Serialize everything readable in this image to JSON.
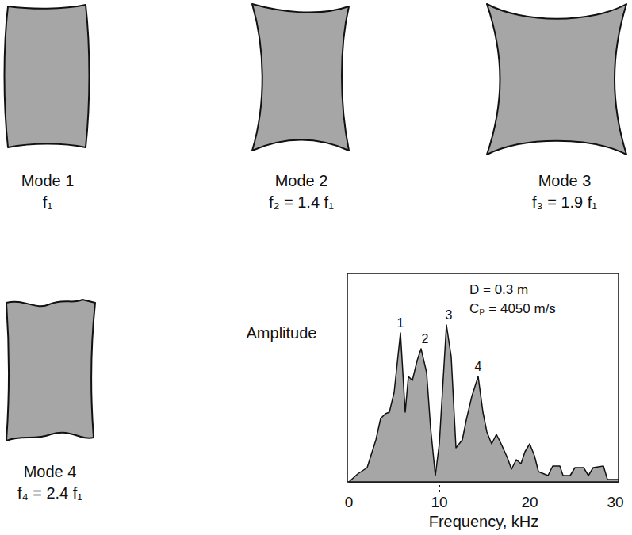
{
  "diagram": {
    "labels": [
      "Mode 1",
      "f₁",
      "Mode 2",
      "f₂ = 1.4 f₁",
      "Mode 3",
      "f₃ = 1.9 f₁",
      "Mode 4",
      "f₄ = 2.4 f₁",
      "Amplitude",
      "D = 0.3 m",
      "Cₚ = 4050 m/s",
      "1",
      "2",
      "3",
      "4",
      "0",
      "10",
      "20",
      "30",
      "Frequency, kHz"
    ]
  }
}
